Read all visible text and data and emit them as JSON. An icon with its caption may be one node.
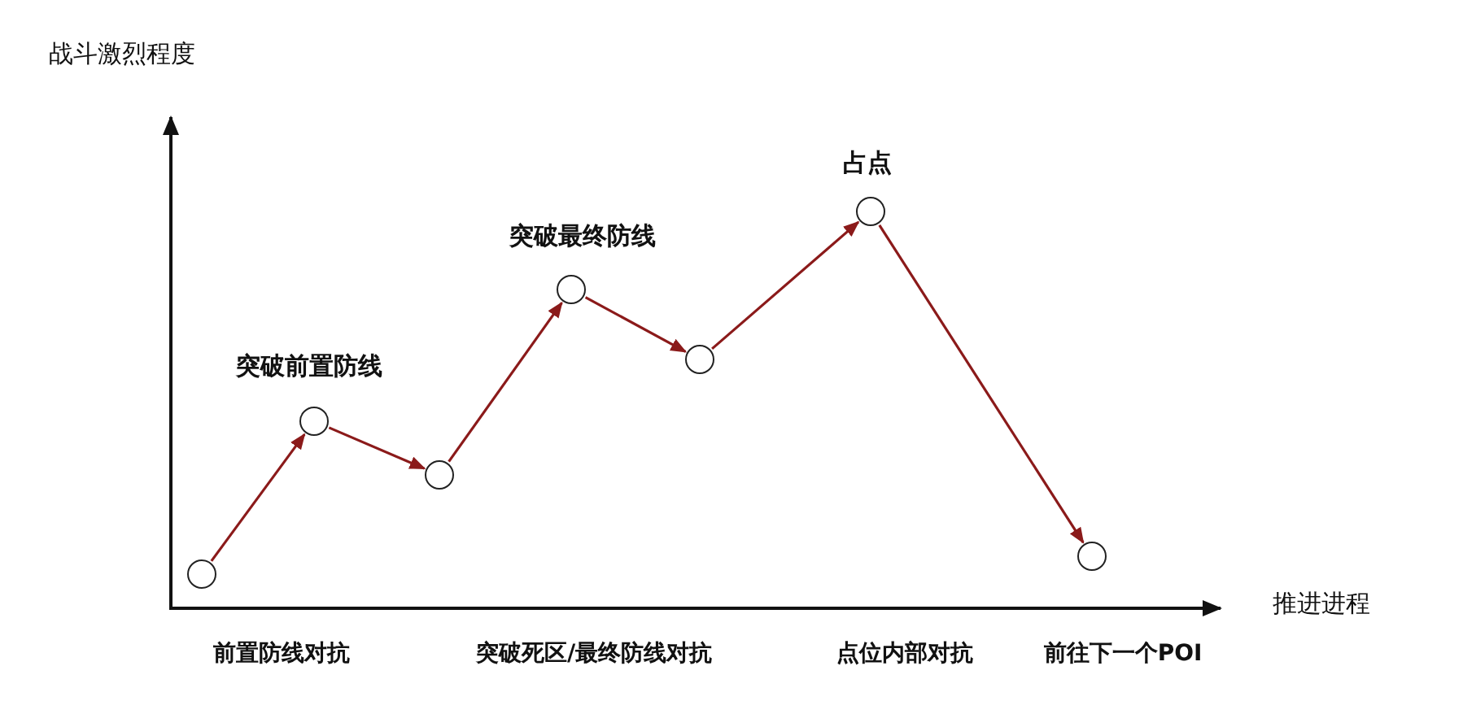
{
  "diagram": {
    "nodes": [
      {
        "text": [],
        "shape": "circle"
      },
      {
        "text": [],
        "shape": "circle",
        "beside": [
          "突破前置防线"
        ]
      },
      {
        "text": [],
        "shape": "circle"
      },
      {
        "text": [],
        "shape": "circle",
        "beside": [
          "突破最终防线"
        ]
      },
      {
        "text": [],
        "shape": "circle"
      },
      {
        "text": [],
        "shape": "circle",
        "beside": [
          "占点"
        ]
      },
      {
        "text": [],
        "shape": "circle"
      }
    ],
    "edges": [
      {
        "from": 0,
        "to": 1,
        "arrow": "to"
      },
      {
        "from": 1,
        "to": 2,
        "arrow": "to"
      },
      {
        "from": 2,
        "to": 3,
        "arrow": "to"
      },
      {
        "from": 3,
        "to": 4,
        "arrow": "to"
      },
      {
        "from": 4,
        "to": 5,
        "arrow": "to"
      },
      {
        "from": 5,
        "to": 6,
        "arrow": "to"
      }
    ],
    "labels": [
      "战斗激烈程度",
      "推进进程",
      "前置防线对抗",
      "突破死区/最终防线对抗",
      "点位内部对抗",
      "前往下一个POI"
    ]
  }
}
